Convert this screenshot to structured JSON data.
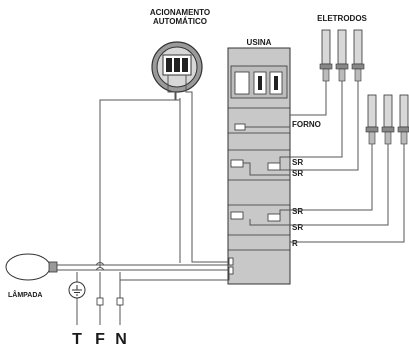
{
  "diagram": {
    "labels": {
      "acionamento_line1": "ACIONAMENTO",
      "acionamento_line2": "AUTOMÁTICO",
      "usina": "USINA",
      "eletrodos": "ELETRODOS",
      "forno": "FORNO",
      "sr1": "SR",
      "sr2": "SR",
      "sr3": "SR",
      "sr4": "SR",
      "r": "R",
      "lampada": "LÂMPADA",
      "t": "T",
      "f": "F",
      "n": "N"
    },
    "colors": {
      "panel": "#c8c8c8",
      "panel_dark": "#9a9a9a",
      "line": "#333333",
      "wire": "#555555"
    },
    "icons": [
      "timer-device-icon",
      "electrode-icon",
      "lamp-icon",
      "ground-symbol-icon"
    ]
  }
}
